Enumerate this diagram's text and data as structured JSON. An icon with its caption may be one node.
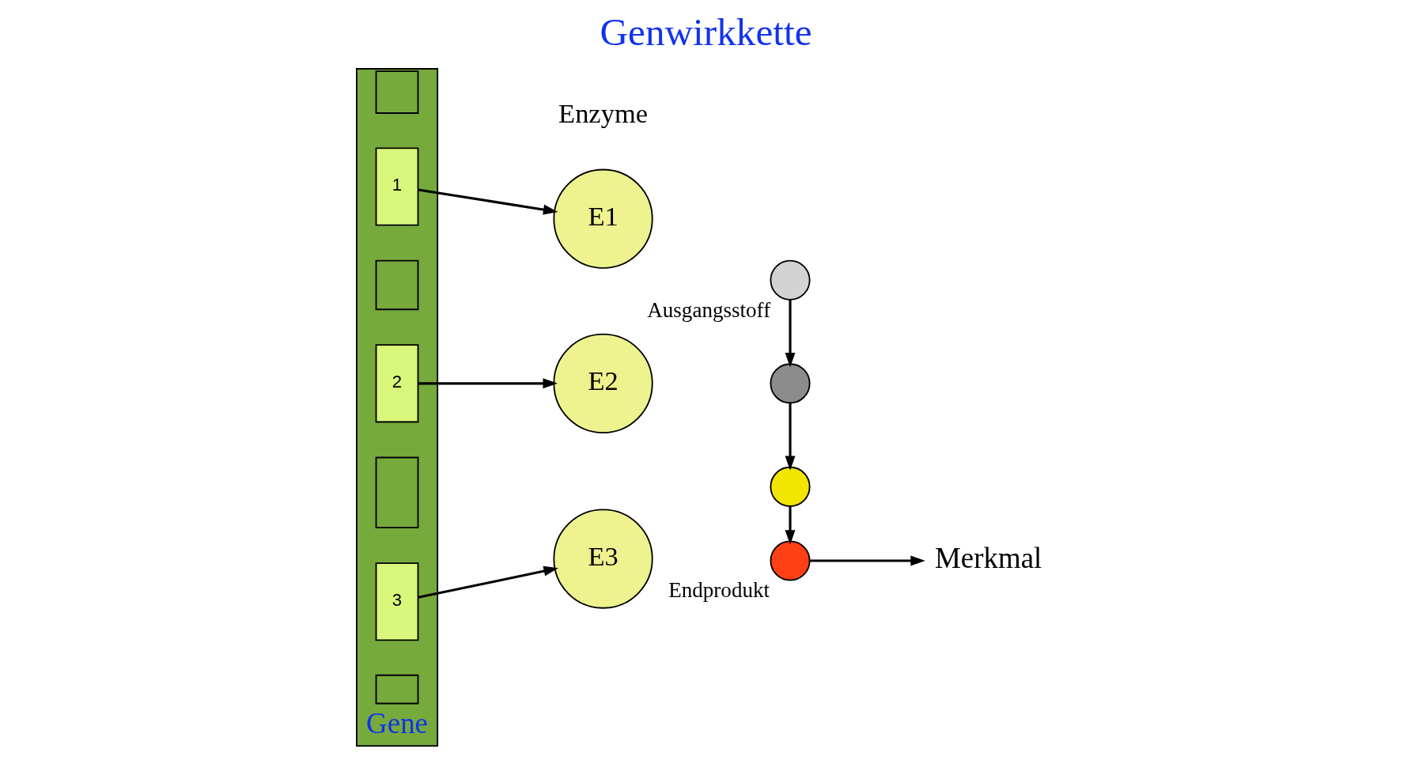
{
  "diagram": {
    "title": "Genwirkkette",
    "nodes": [
      {
        "text": [],
        "shape": "bar",
        "beside": [
          "Gene"
        ]
      },
      {
        "text": [],
        "shape": "box",
        "in": 0
      },
      {
        "text": [
          "1"
        ],
        "in": 0
      },
      {
        "text": [],
        "shape": "box",
        "in": 0
      },
      {
        "text": [
          "2"
        ],
        "in": 0
      },
      {
        "text": [],
        "shape": "box",
        "in": 0
      },
      {
        "text": [
          "3"
        ],
        "in": 0
      },
      {
        "text": [],
        "shape": "box",
        "in": 0
      },
      {
        "text": [
          "E1"
        ]
      },
      {
        "text": [
          "E2"
        ]
      },
      {
        "text": [
          "E3"
        ]
      },
      {
        "text": [],
        "shape": "circle",
        "beside": [
          "Ausgangsstoff"
        ]
      },
      {
        "text": [],
        "shape": "circle"
      },
      {
        "text": [],
        "shape": "circle"
      },
      {
        "text": [],
        "shape": "circle",
        "beside": [
          "Endprodukt"
        ]
      },
      {
        "text": [
          "Merkmal"
        ]
      }
    ],
    "edges": [
      {
        "from": 2,
        "to": 8,
        "arrow": "to"
      },
      {
        "from": 4,
        "to": 9,
        "arrow": "to"
      },
      {
        "from": 6,
        "to": 10,
        "arrow": "to"
      },
      {
        "from": 11,
        "to": 12,
        "arrow": "to"
      },
      {
        "from": 12,
        "to": 13,
        "arrow": "to"
      },
      {
        "from": 13,
        "to": 14,
        "arrow": "to"
      },
      {
        "from": 14,
        "to": 15,
        "arrow": "to"
      }
    ],
    "labels": [
      "Enzyme"
    ]
  }
}
